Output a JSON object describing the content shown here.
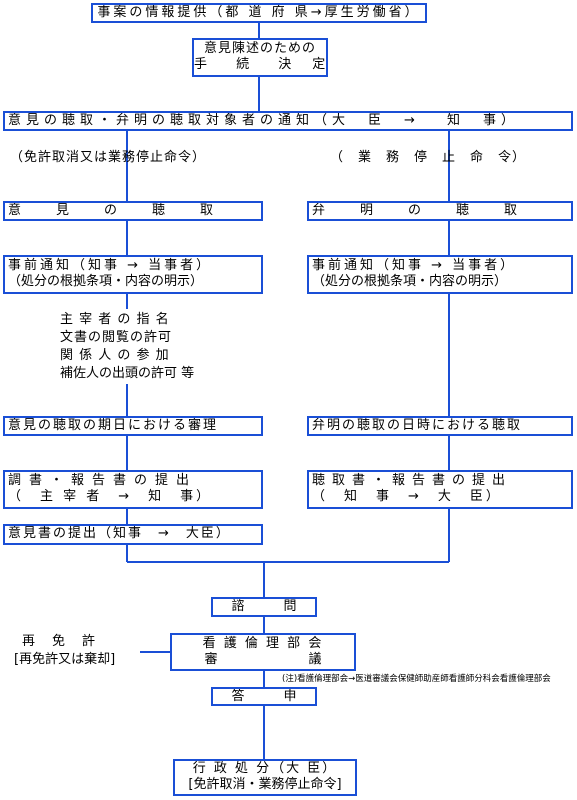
{
  "boxes": {
    "info": "事案の情報提供（都 道 府 県→厚生労働省）",
    "procedure_1": "意見陳述のための",
    "procedure_2": "手　 続　 決　定",
    "notify": "意見の聴取・弁明の聴取対象者の通知（大　臣　→　 知　事）",
    "opinion_hearing": "意　　見　　の　　聴　　取",
    "explanation_hearing": "弁　　明　　の　　聴　　取",
    "prenotice_left_1": "事前通知（知事 → 当事者）",
    "prenotice_left_2": "（処分の根拠条項・内容の明示）",
    "prenotice_right_1": "事前通知（知事 → 当事者）",
    "prenotice_right_2": "（処分の根拠条項・内容の明示）",
    "opinion_review": "意見の聴取の期日における審理",
    "explanation_hearing_date": "弁明の聴取の日時における聴取",
    "report_left_1": "調書・報告書の提出",
    "report_left_2": "（　主 宰 者　→　知　事）",
    "report_right_1": "聴取書・報告書の提出",
    "report_right_2": "（　知　事　→　大　臣）",
    "opinion_submit": "意見書の提出（知事　→　大臣）",
    "consult": "諮　　　問",
    "council_1": "看 護 倫 理 部 会",
    "council_2": "審　　　　　　　議",
    "answer": "答　　　申",
    "final_1": "行 政 処 分（大 臣）",
    "final_2": "[免許取消・業務停止命令]"
  },
  "labels": {
    "left_branch": "（免許取消又は業務停止命令）",
    "right_branch": "（　業　務　停　止　命　令）",
    "hearing_items": [
      "主 宰 者 の 指 名",
      "文書の閲覧の許可",
      "関 係 人 の 参 加",
      "補佐人の出頭の許可 等"
    ],
    "relicense_1": "再　免　許",
    "relicense_2": "[再免許又は棄却]",
    "note": "(注)看護倫理部会→医道審議会保健師助産師看護師分科会看護倫理部会"
  },
  "colors": {
    "border": "#1a4fd6",
    "line": "#1a4fd6"
  }
}
